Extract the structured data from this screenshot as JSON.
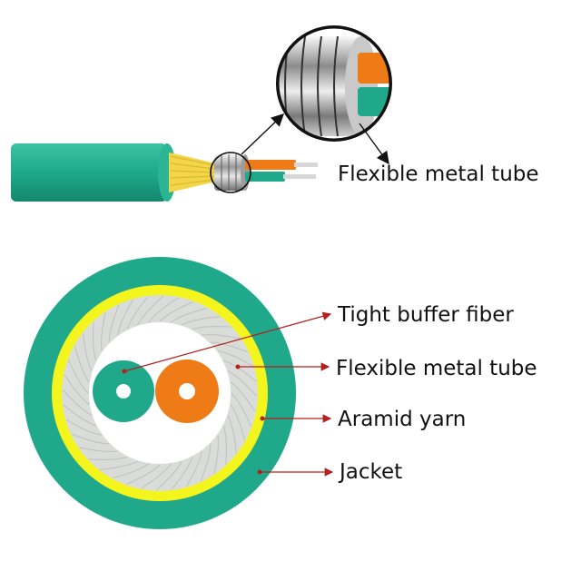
{
  "labels": {
    "top_flexible_metal_tube": "Flexible metal tube",
    "tight_buffer_fiber": "Tight buffer fiber",
    "flexible_metal_tube": "Flexible metal tube",
    "aramid_yarn": "Aramid yarn",
    "jacket": "Jacket"
  },
  "colors": {
    "jacket": "#1fa98a",
    "jacket_dark": "#14876d",
    "aramid_yarn": "#f5f51e",
    "aramid_yarn_side": "#f2d54a",
    "metal_tube": "#d9dcd9",
    "metal_tube_line": "#bcc2bd",
    "fiber_green": "#1fa98a",
    "fiber_orange": "#ee7b16",
    "leader_line": "#b3201e",
    "text": "#111111"
  }
}
